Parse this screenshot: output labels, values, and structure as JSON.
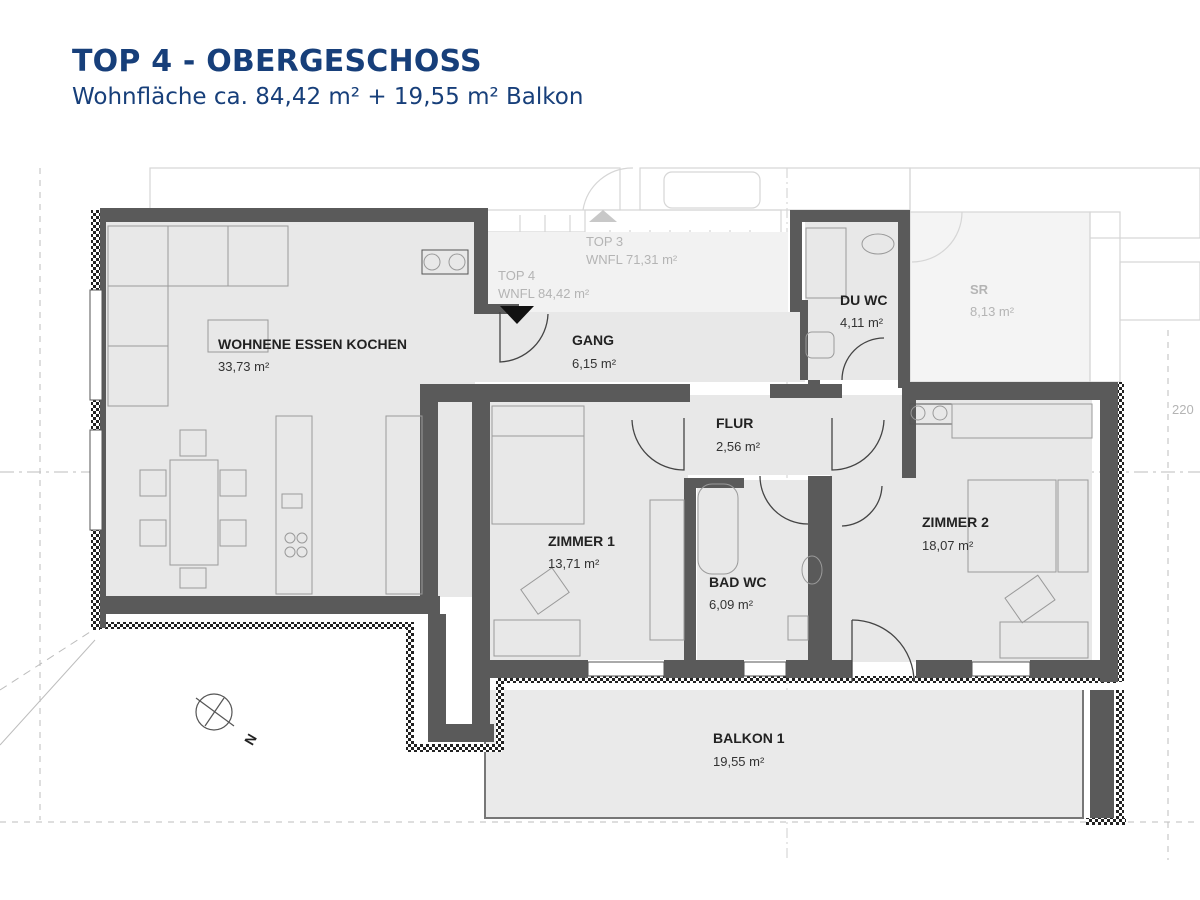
{
  "header": {
    "title": "TOP 4 - OBERGESCHOSS",
    "subtitle": "Wohnfläche ca. 84,42 m² + 19,55 m² Balkon"
  },
  "rooms": [
    {
      "name": "WOHNENE ESSEN KOCHEN",
      "area": "33,73 m²"
    },
    {
      "name": "GANG",
      "area": "6,15 m²"
    },
    {
      "name": "DU WC",
      "area": "4,11 m²"
    },
    {
      "name": "FLUR",
      "area": "2,56 m²"
    },
    {
      "name": "ZIMMER 1",
      "area": "13,71 m²"
    },
    {
      "name": "BAD WC",
      "area": "6,09 m²"
    },
    {
      "name": "ZIMMER 2",
      "area": "18,07 m²"
    },
    {
      "name": "BALKON 1",
      "area": "19,55 m²"
    }
  ],
  "neighbors": {
    "sr": {
      "name": "SR",
      "area": "8,13 m²"
    },
    "top3": {
      "name": "TOP 3",
      "area": "WNFL 71,31 m²"
    },
    "top4": {
      "name": "TOP 4",
      "area": "WNFL 84,42 m²"
    }
  },
  "dimension": "220",
  "north": "N",
  "colors": {
    "title": "#173f7a",
    "wall": "#5a5a5a",
    "floor": "#e8e8e8"
  }
}
